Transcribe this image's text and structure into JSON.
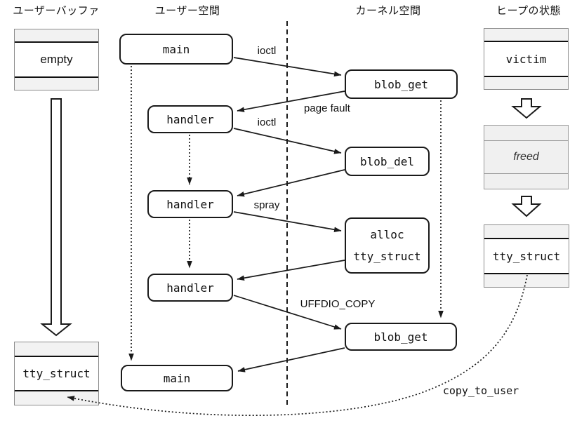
{
  "headers": {
    "user_buffer": "ユーザーバッファ",
    "user_space": "ユーザー空間",
    "kernel_space": "カーネル空間",
    "heap_state": "ヒープの状態"
  },
  "user_buffer_column": {
    "top_box_label": "empty",
    "bottom_box_label": "tty_struct"
  },
  "user_space_column": {
    "main_top": "main",
    "handler_1": "handler",
    "handler_2": "handler",
    "handler_3": "handler",
    "main_bottom": "main"
  },
  "kernel_space_column": {
    "blob_get_top": "blob_get",
    "blob_del": "blob_del",
    "alloc_line_1": "alloc",
    "alloc_line_2": "tty_struct",
    "blob_get_bottom": "blob_get"
  },
  "heap_column": {
    "victim": "victim",
    "freed": "freed",
    "tty_struct": "tty_struct"
  },
  "edge_labels": {
    "ioctl_top": "ioctl",
    "page_fault": "page fault",
    "ioctl_second": "ioctl",
    "spray": "spray",
    "uffdio_copy": "UFFDIO_COPY",
    "copy_to_user": "copy_to_user"
  },
  "colors": {
    "line": "#1a1a1a",
    "node_border": "#1a1a1a",
    "node_fill": "#ffffff",
    "stack_stripe_fill": "#f2f2f2",
    "stack_border": "#8c8c8c",
    "freed_fill": "#f0f0f0"
  }
}
